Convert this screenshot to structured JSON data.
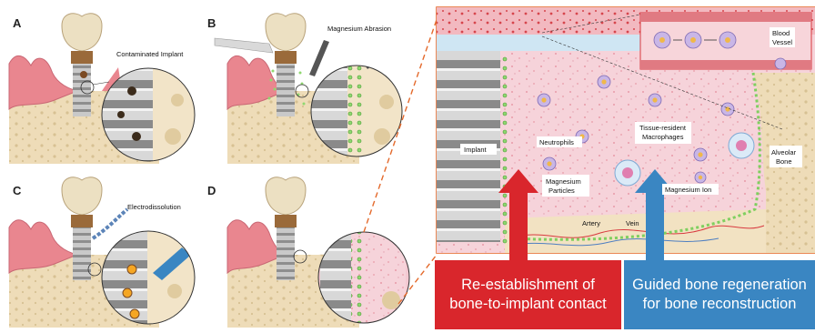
{
  "panels": {
    "a": {
      "letter": "A",
      "label": "Contaminated Implant"
    },
    "b": {
      "letter": "B",
      "label": "Magnesium Abrasion"
    },
    "c": {
      "letter": "C",
      "label": "Electrodissolution"
    },
    "d": {
      "letter": "D"
    }
  },
  "detail": {
    "implant": "Implant",
    "neutrophils": "Neutrophils",
    "macrophages_1": "Tissue-resident",
    "macrophages_2": "Macrophages",
    "blood_vessel_1": "Blood",
    "blood_vessel_2": "Vessel",
    "alveolar_1": "Alveolar",
    "alveolar_2": "Bone",
    "particles_1": "Magnesium",
    "particles_2": "Particles",
    "ion": "Magnesium Ion",
    "artery": "Artery",
    "vein": "Vein"
  },
  "outcomes": {
    "left_line1": "Re-establishment of",
    "left_line2": "bone-to-implant contact",
    "right_line1": "Guided bone regeneration",
    "right_line2": "for bone reconstruction"
  },
  "colors": {
    "gum": "#e9868f",
    "bone": "#eedcb8",
    "crown": "#ece0c2",
    "implant": "#b7b7b7",
    "soft_tissue": "#f4c9d2",
    "blood_vessel": "#d8393f",
    "particle": "#7fcf5f",
    "red_arrow": "#d9262c",
    "blue_arrow": "#3a86c2"
  }
}
